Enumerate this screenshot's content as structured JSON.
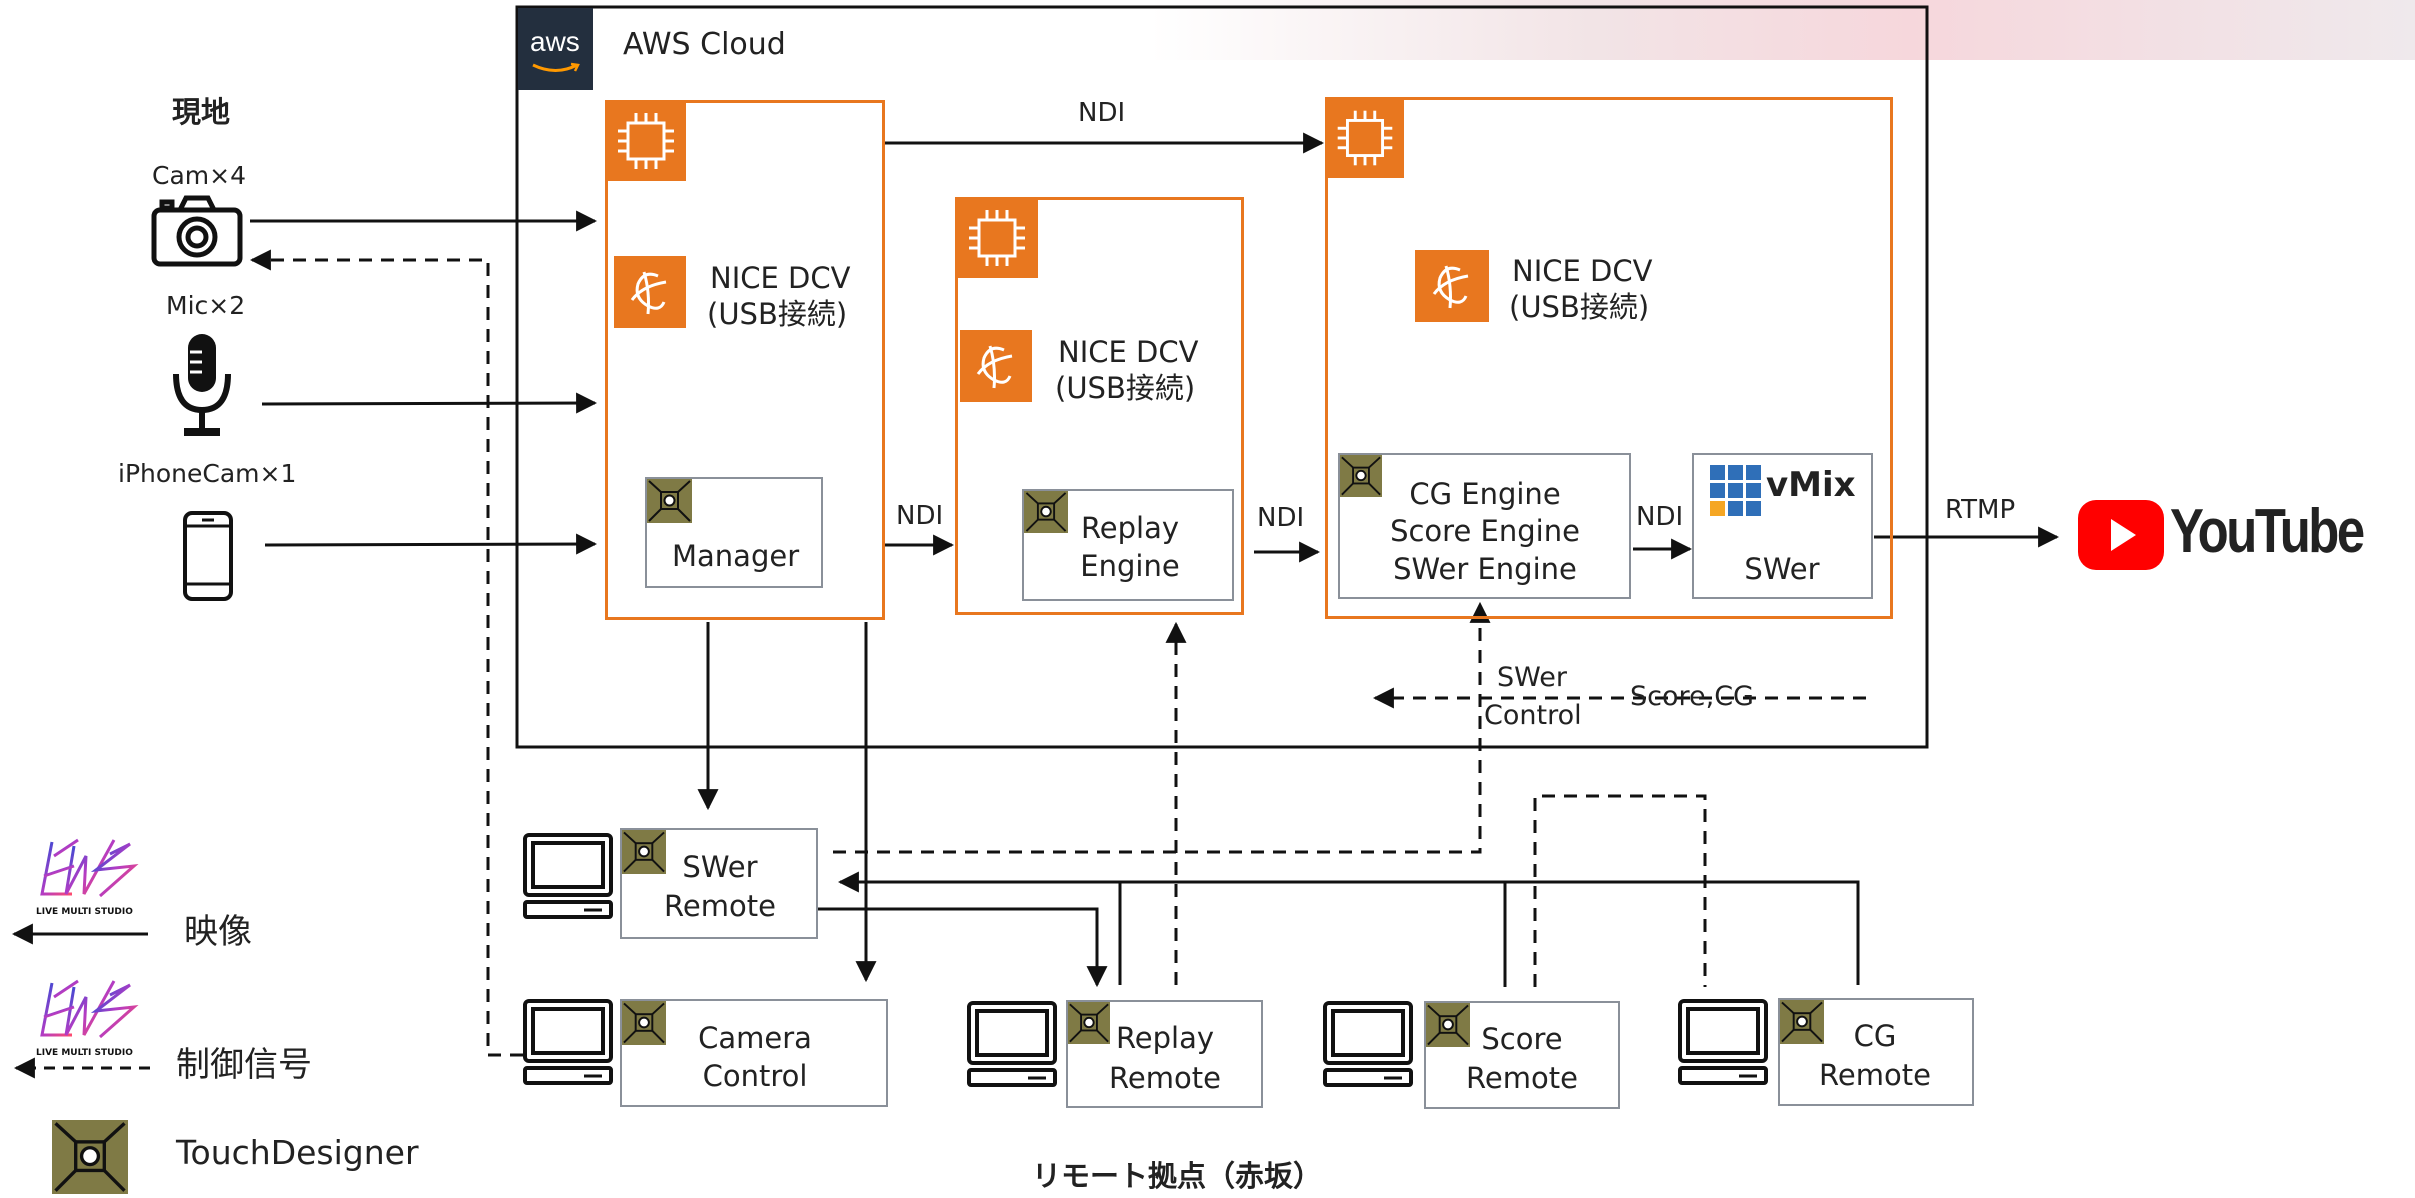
{
  "cloud": {
    "logo": "aws",
    "title": "AWS Cloud"
  },
  "onsite": {
    "title": "現地",
    "devices": [
      {
        "label": "Cam×4",
        "icon": "camera-icon"
      },
      {
        "label": "Mic×2",
        "icon": "microphone-icon"
      },
      {
        "label": "iPhoneCam×1",
        "icon": "smartphone-icon"
      }
    ]
  },
  "instances": {
    "manager": {
      "dcv_line1": "NICE DCV",
      "dcv_line2": "(USB接続)",
      "app": "Manager"
    },
    "replay": {
      "dcv_line1": "NICE DCV",
      "dcv_line2": "(USB接続)",
      "app_line1": "Replay",
      "app_line2": "Engine"
    },
    "main": {
      "dcv_line1": "NICE DCV",
      "dcv_line2": "(USB接続)",
      "cg_line1": "CG Engine",
      "cg_line2": "Score Engine",
      "cg_line3": "SWer Engine",
      "vmix_logo": "vMix",
      "vmix_app": "SWer"
    }
  },
  "flows": {
    "ndi_top": "NDI",
    "ndi_manager_replay": "NDI",
    "ndi_replay_main": "NDI",
    "ndi_cg_vmix": "NDI",
    "rtmp": "RTMP",
    "swer_control_line1": "SWer",
    "swer_control_line2": "Control",
    "score_cg": "Score,CG"
  },
  "youtube": {
    "label": "YouTube"
  },
  "remotes": [
    {
      "line1": "SWer",
      "line2": "Remote"
    },
    {
      "line1": "Camera",
      "line2": "Control"
    },
    {
      "line1": "Replay",
      "line2": "Remote"
    },
    {
      "line1": "Score",
      "line2": "Remote"
    },
    {
      "line1": "CG",
      "line2": "Remote"
    }
  ],
  "remote_site": "リモート拠点（赤坂）",
  "legend": {
    "logo_text": "LIVE MULTI STUDIO",
    "video": "映像",
    "control": "制御信号",
    "touchdesigner": "TouchDesigner"
  },
  "colors": {
    "aws_orange": "#e8771f",
    "td_olive": "#7f7a45",
    "youtube_red": "#ff0000",
    "vmix_blue": "#2f6fb8"
  }
}
